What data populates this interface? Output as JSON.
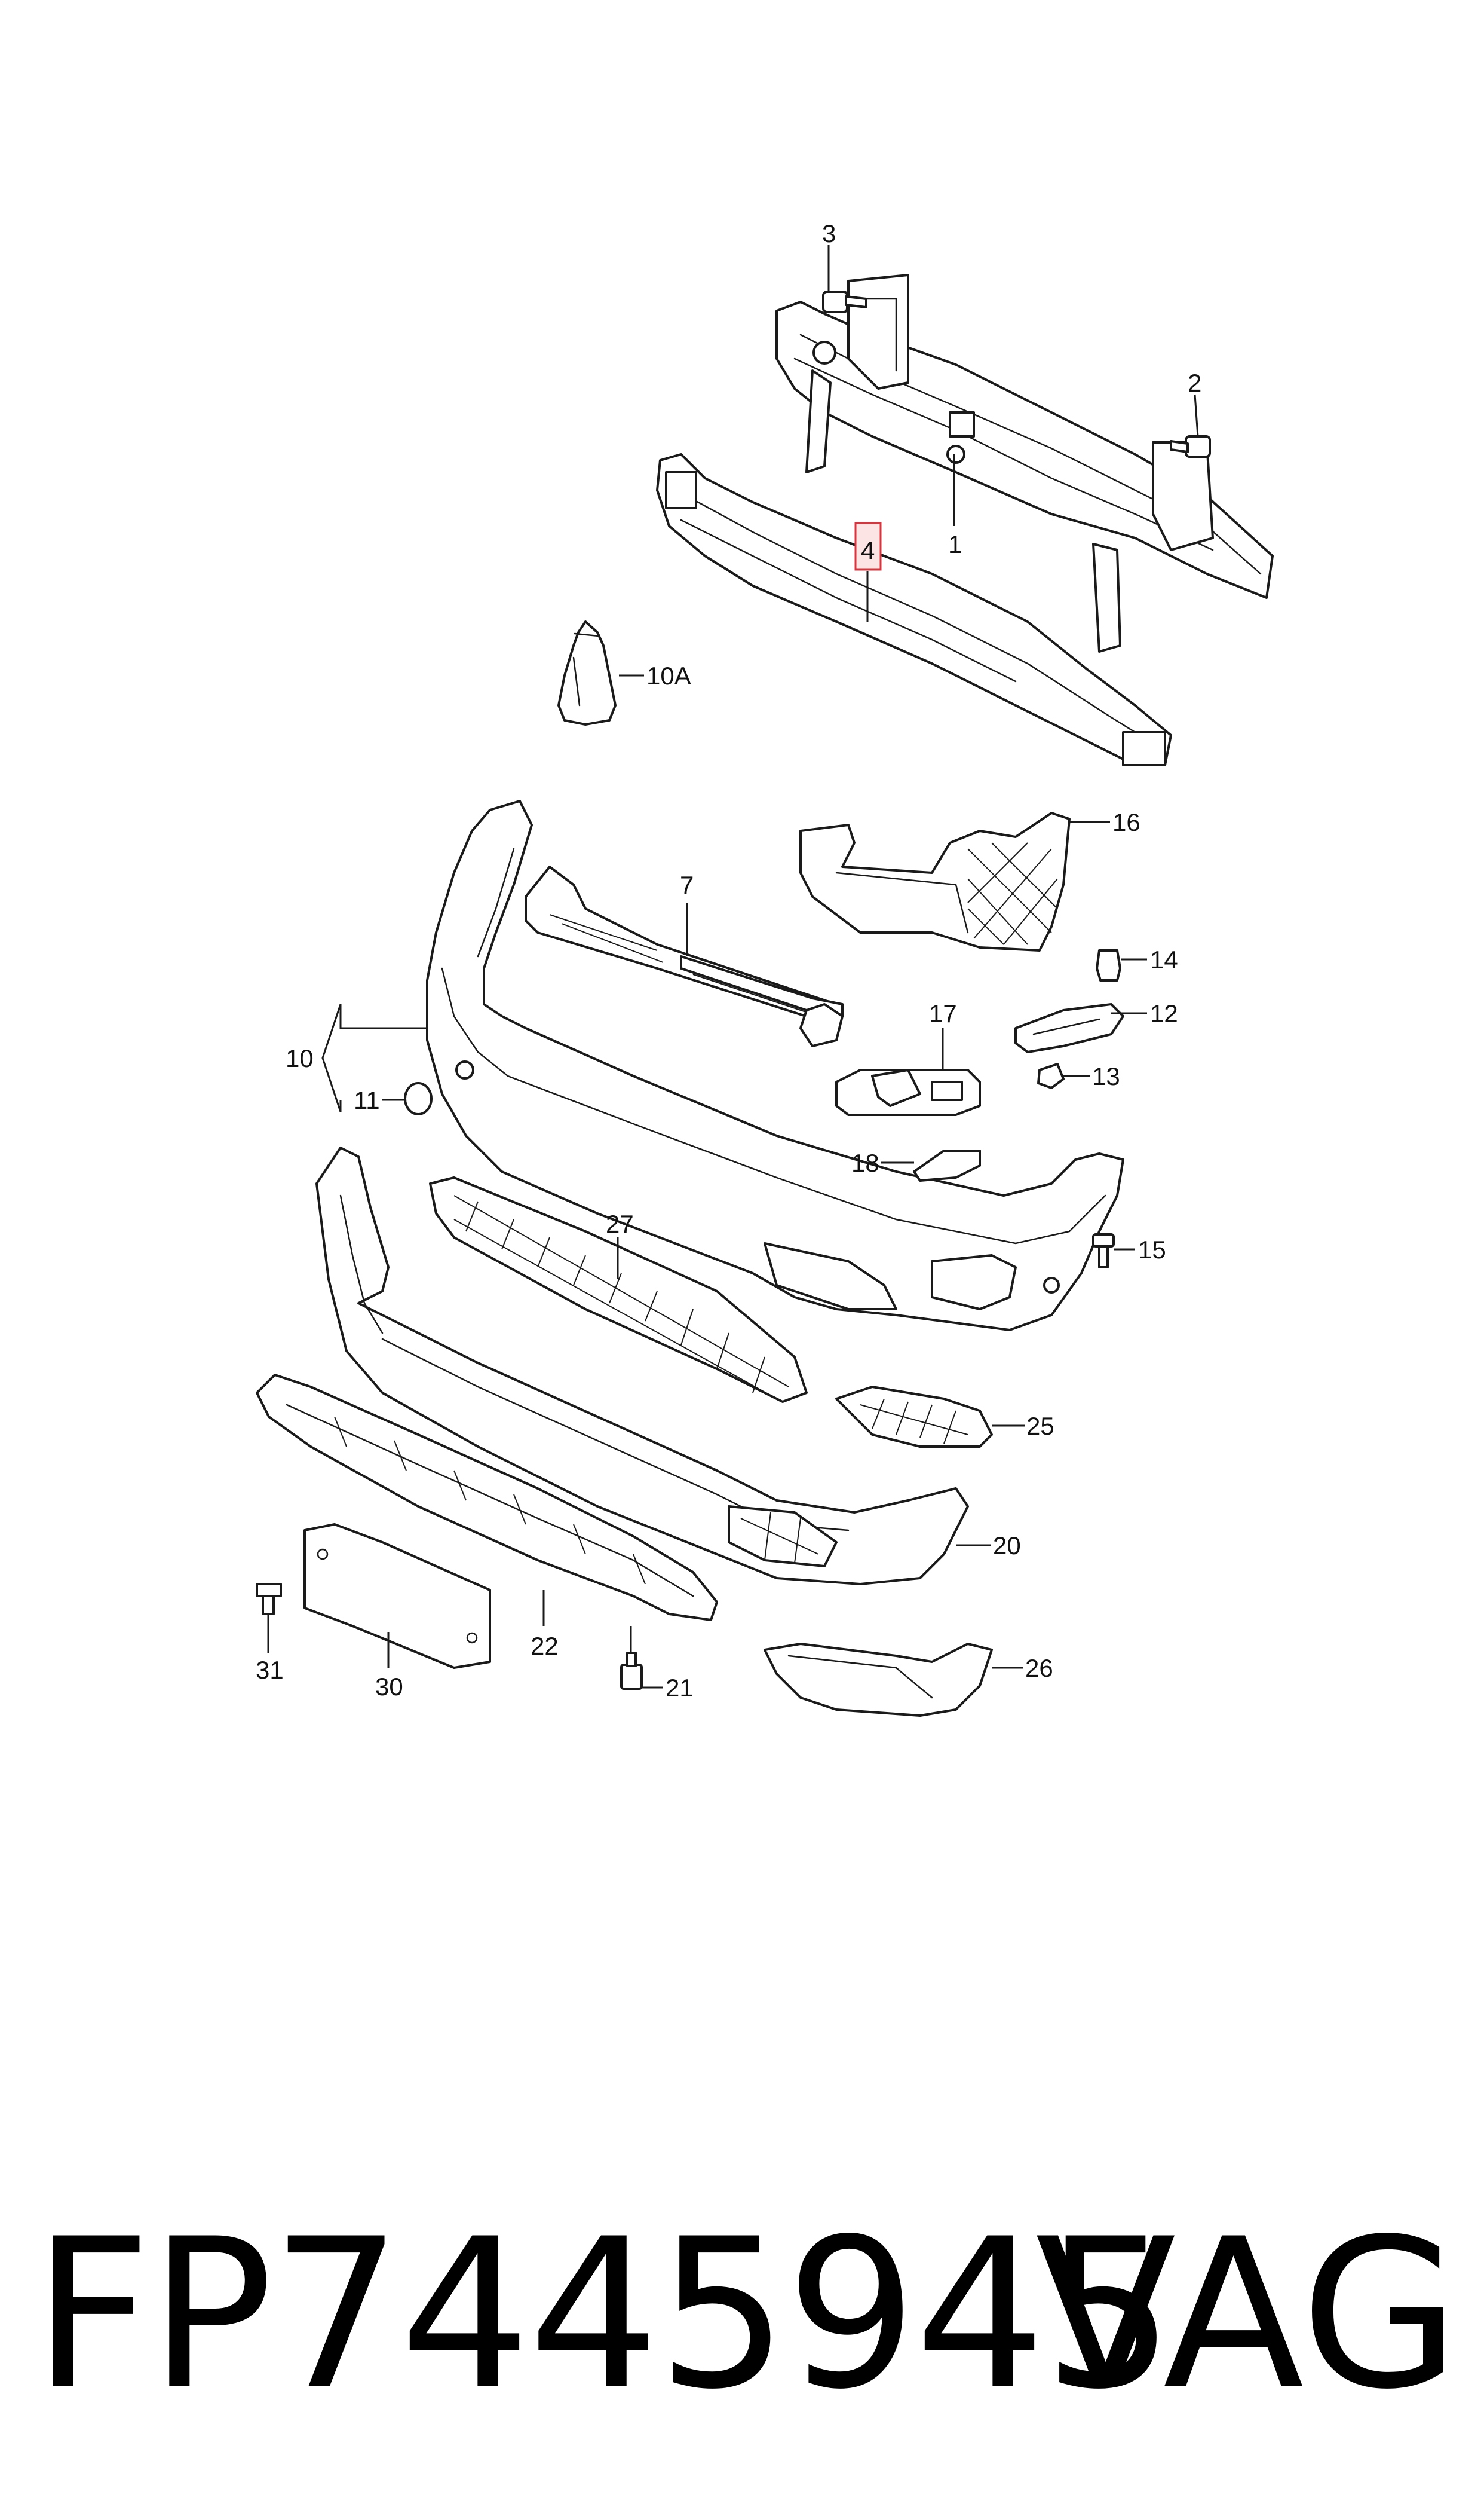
{
  "callouts": {
    "c1": "1",
    "c2": "2",
    "c3": "3",
    "c4": "4",
    "c7": "7",
    "c10": "10",
    "c10a": "10A",
    "c11": "11",
    "c12": "12",
    "c13": "13",
    "c14": "14",
    "c15": "15",
    "c16": "16",
    "c17": "17",
    "c18": "18",
    "c20": "20",
    "c21": "21",
    "c22": "22",
    "c25": "25",
    "c26": "26",
    "c27": "27",
    "c30": "30",
    "c31": "31"
  },
  "highlighted_part": "4",
  "footer": {
    "part_number": "FP7445945",
    "brand": "VAG"
  },
  "colors": {
    "line": "#1a1a1a",
    "highlight_border": "#d9343d",
    "highlight_fill": "#fde4e4"
  }
}
